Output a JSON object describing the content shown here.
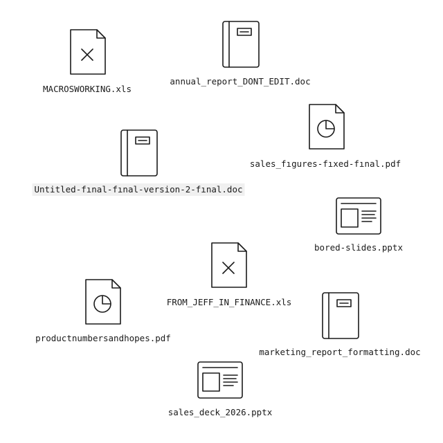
{
  "desktop": {
    "files": [
      {
        "name": "MACROSWORKING.xls",
        "icon": "spreadsheet-icon",
        "selected": false
      },
      {
        "name": "annual_report_DONT_EDIT.doc",
        "icon": "document-icon",
        "selected": false
      },
      {
        "name": "sales_fıgures-fıxed-fınal.pdf",
        "icon": "pdf-icon",
        "selected": false
      },
      {
        "name": "Untitled-fınal-fınal-version-2-fınal.doc",
        "icon": "document-icon",
        "selected": true
      },
      {
        "name": "bored-slides.pptx",
        "icon": "presentation-icon",
        "selected": false
      },
      {
        "name": "FROM_JEFF_IN_FINANCE.xls",
        "icon": "spreadsheet-icon",
        "selected": false
      },
      {
        "name": "productnumbersandhopes.pdf",
        "icon": "pdf-icon",
        "selected": false
      },
      {
        "name": "marketing_report_formatting.doc",
        "icon": "document-icon",
        "selected": false
      },
      {
        "name": "sales_deck_2026.pptx",
        "icon": "presentation-icon",
        "selected": false
      }
    ]
  }
}
